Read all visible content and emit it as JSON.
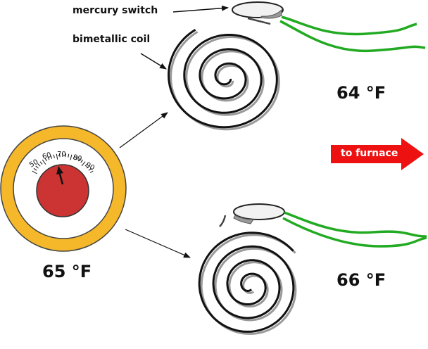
{
  "labels": {
    "mercury_switch": "mercury switch",
    "bimetallic_coil": "bimetallic coil",
    "to_furnace": "to furnace"
  },
  "temperatures": {
    "thermostat": "65 °F",
    "top_coil": "64 °F",
    "bottom_coil": "66 °F"
  },
  "dial": {
    "scale": [
      "50",
      "60",
      "70",
      "80",
      "90"
    ]
  },
  "colors": {
    "wire": "#22aa22",
    "furnace_arrow": "#ee1111",
    "dial_ring": "#f5b82a",
    "dial_center": "#cc3333",
    "coil": "#111111",
    "coil_shadow": "#9a9a9a",
    "switch_fill": "#f2f2f2",
    "mercury": "#999999"
  }
}
